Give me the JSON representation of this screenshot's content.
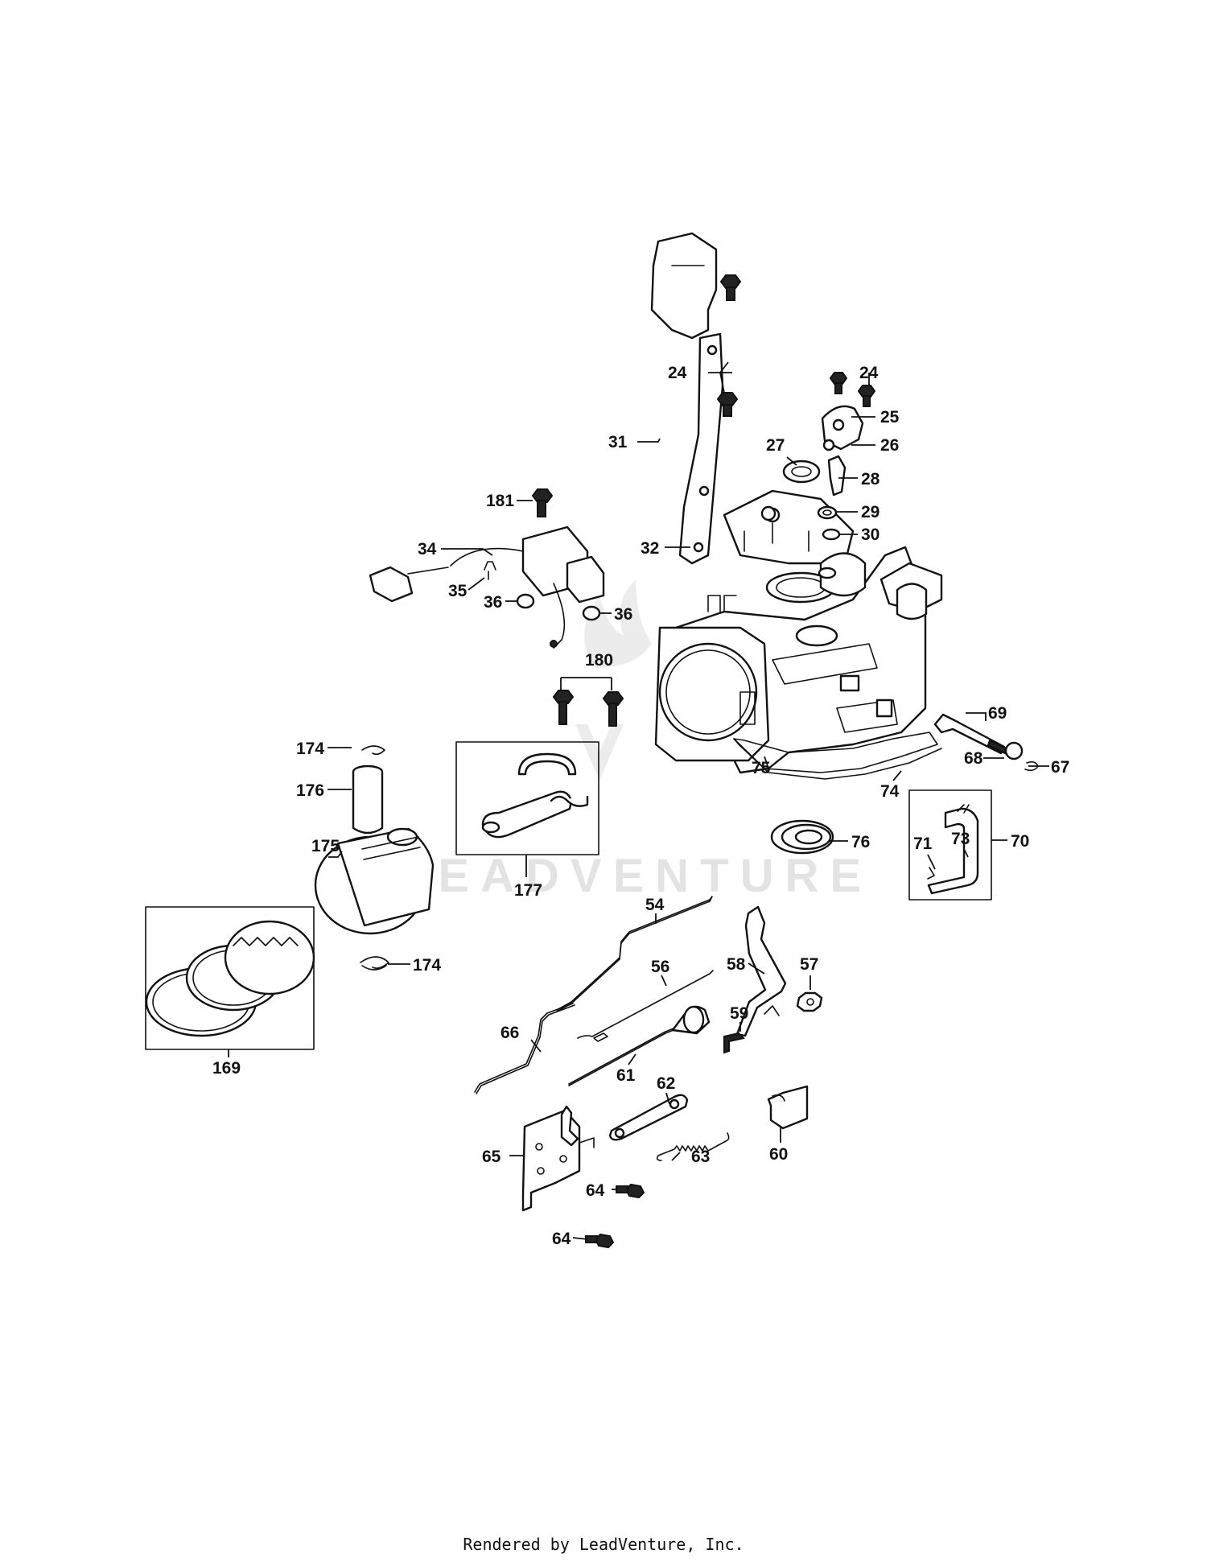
{
  "watermark": "LEADVENTURE",
  "footer": "Rendered by LeadVenture, Inc.",
  "labels": [
    {
      "id": "24a",
      "text": "24"
    },
    {
      "id": "24b",
      "text": "24"
    },
    {
      "id": "25",
      "text": "25"
    },
    {
      "id": "26",
      "text": "26"
    },
    {
      "id": "27",
      "text": "27"
    },
    {
      "id": "28",
      "text": "28"
    },
    {
      "id": "29",
      "text": "29"
    },
    {
      "id": "30",
      "text": "30"
    },
    {
      "id": "31",
      "text": "31"
    },
    {
      "id": "32",
      "text": "32"
    },
    {
      "id": "181",
      "text": "181"
    },
    {
      "id": "34",
      "text": "34"
    },
    {
      "id": "35",
      "text": "35"
    },
    {
      "id": "36a",
      "text": "36"
    },
    {
      "id": "36b",
      "text": "36"
    },
    {
      "id": "180",
      "text": "180"
    },
    {
      "id": "174a",
      "text": "174"
    },
    {
      "id": "176",
      "text": "176"
    },
    {
      "id": "175",
      "text": "175"
    },
    {
      "id": "177",
      "text": "177"
    },
    {
      "id": "174b",
      "text": "174"
    },
    {
      "id": "169",
      "text": "169"
    },
    {
      "id": "75",
      "text": "75"
    },
    {
      "id": "69",
      "text": "69"
    },
    {
      "id": "68",
      "text": "68"
    },
    {
      "id": "67",
      "text": "67"
    },
    {
      "id": "74",
      "text": "74"
    },
    {
      "id": "76",
      "text": "76"
    },
    {
      "id": "71",
      "text": "71"
    },
    {
      "id": "73",
      "text": "73"
    },
    {
      "id": "70",
      "text": "70"
    },
    {
      "id": "54",
      "text": "54"
    },
    {
      "id": "56",
      "text": "56"
    },
    {
      "id": "58",
      "text": "58"
    },
    {
      "id": "57",
      "text": "57"
    },
    {
      "id": "59",
      "text": "59"
    },
    {
      "id": "66",
      "text": "66"
    },
    {
      "id": "61",
      "text": "61"
    },
    {
      "id": "62",
      "text": "62"
    },
    {
      "id": "65",
      "text": "65"
    },
    {
      "id": "63",
      "text": "63"
    },
    {
      "id": "60",
      "text": "60"
    },
    {
      "id": "64a",
      "text": "64"
    },
    {
      "id": "64b",
      "text": "64"
    }
  ]
}
